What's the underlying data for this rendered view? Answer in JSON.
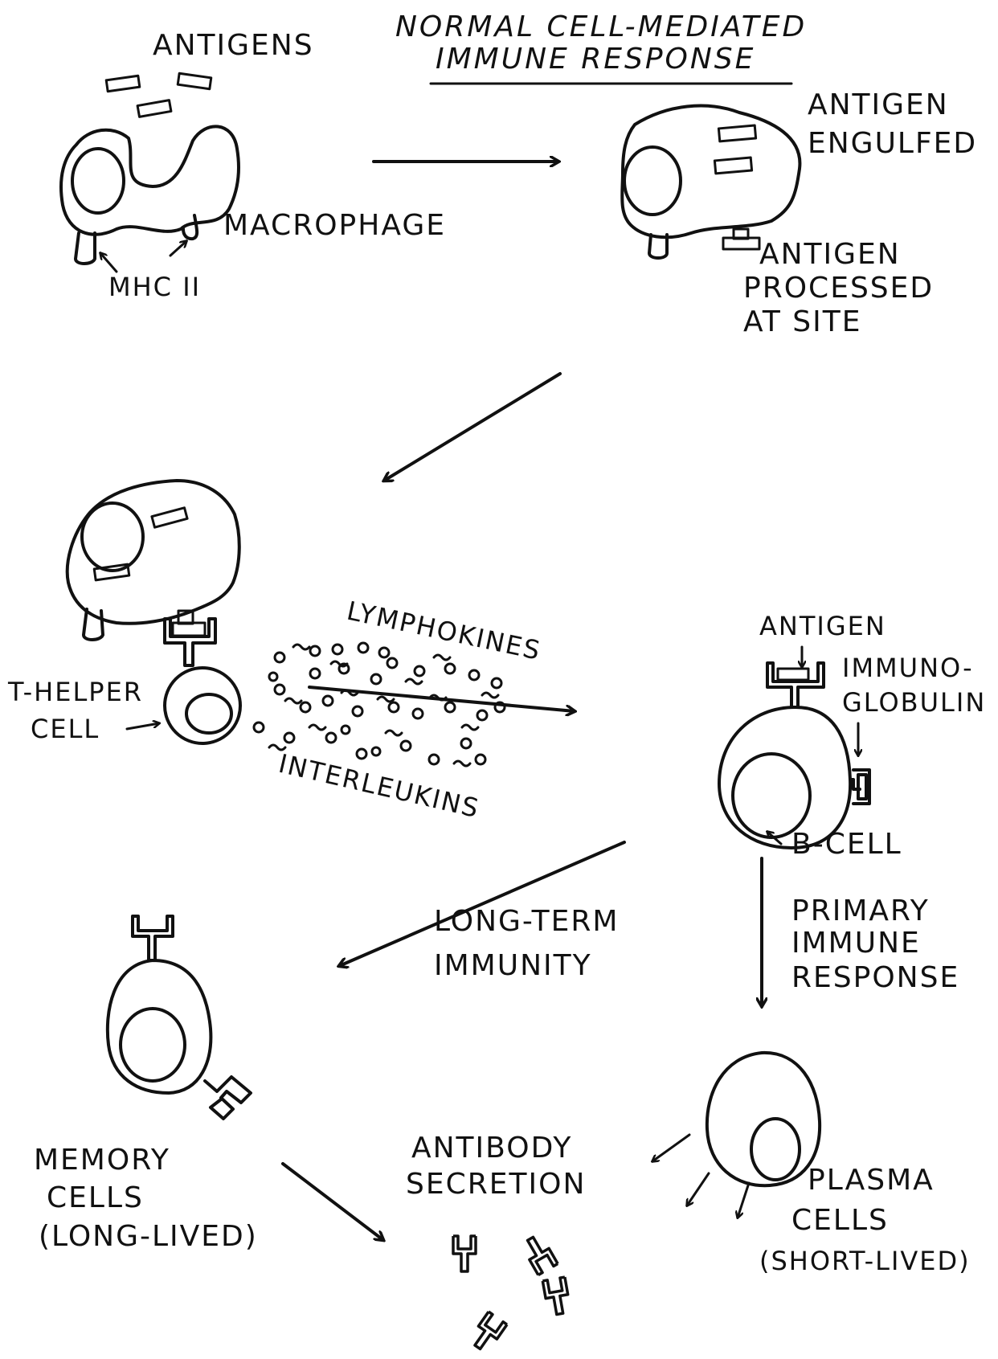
{
  "title": {
    "line1": "NORMAL CELL-MEDIATED",
    "line2": "IMMUNE RESPONSE"
  },
  "labels": {
    "antigens": "ANTIGENS",
    "macrophage": "MACROPHAGE",
    "mhc": "MHC II",
    "antigen_engulfed_1": "ANTIGEN",
    "antigen_engulfed_2": "ENGULFED",
    "processed_1": "ANTIGEN",
    "processed_2": "PROCESSED",
    "processed_3": "AT SITE",
    "lymphokines": "LYMPHOKINES",
    "interleukins": "INTERLEUKINS",
    "t_helper_1": "T-HELPER",
    "t_helper_2": "CELL",
    "antigen_b": "ANTIGEN",
    "immuno_1": "IMMUNO-",
    "immuno_2": "GLOBULIN",
    "b_cell": "B-CELL",
    "long_term_1": "LONG-TERM",
    "long_term_2": "IMMUNITY",
    "primary_1": "PRIMARY",
    "primary_2": "IMMUNE",
    "primary_3": "RESPONSE",
    "memory_1": "MEMORY",
    "memory_2": "CELLS",
    "memory_3": "(LONG-LIVED)",
    "antibody_1": "ANTIBODY",
    "antibody_2": "SECRETION",
    "plasma_1": "PLASMA",
    "plasma_2": "CELLS",
    "plasma_3": "(SHORT-LIVED)"
  }
}
